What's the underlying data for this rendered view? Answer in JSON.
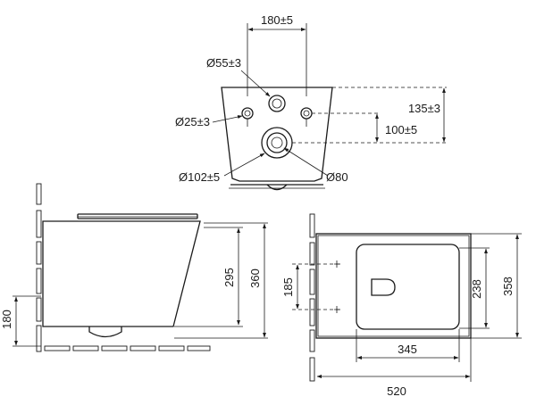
{
  "views": {
    "top": {
      "dims": {
        "inlet_spacing": "180±5",
        "inlet_diameter": "Ø55±3",
        "bolt_diameter": "Ø25±3",
        "outlet_diameter": "Ø102±5",
        "outlet_inner": "Ø80",
        "inlet_height": "135±3",
        "bolt_height": "100±5"
      }
    },
    "side": {
      "dims": {
        "bolt_height": "295",
        "total_height": "360",
        "floor_height": "180"
      }
    },
    "plan": {
      "dims": {
        "bolt_spacing": "185",
        "seat_depth": "238",
        "total_depth": "358",
        "bowl_width": "345",
        "total_width": "520"
      }
    }
  },
  "colors": {
    "line": "#1a1a1a",
    "background": "#ffffff"
  }
}
